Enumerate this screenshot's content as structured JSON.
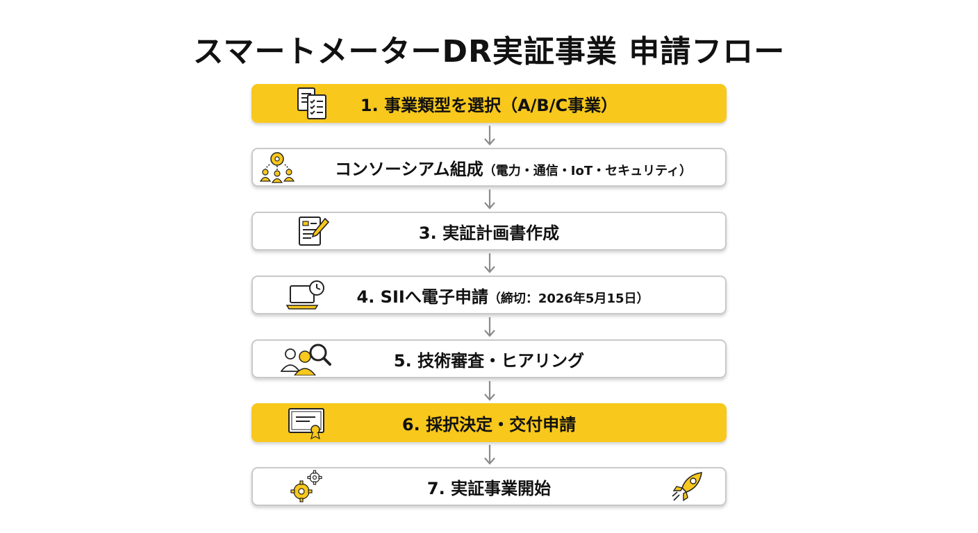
{
  "title": "スマートメーターDR実証事業 申請フロー",
  "colors": {
    "highlight": "#f8c81c",
    "border": "#c9c9c9",
    "arrow": "#8a8a8a",
    "text": "#111111"
  },
  "steps": [
    {
      "label": "1. 事業類型を選択（A/B/C事業）",
      "note": "",
      "icon": "documents-checklist-icon",
      "highlight": true
    },
    {
      "label": "コンソーシアム組成",
      "note": "（電力・通信・IoT・セキュリティ）",
      "icon": "team-network-icon",
      "highlight": false
    },
    {
      "label": "3. 実証計画書作成",
      "note": "",
      "icon": "document-pencil-icon",
      "highlight": false
    },
    {
      "label": "4. SIIへ電子申請",
      "note": "（締切：2026年5月15日）",
      "icon": "laptop-clock-icon",
      "highlight": false
    },
    {
      "label": "5. 技術審査・ヒアリング",
      "note": "",
      "icon": "people-magnifier-icon",
      "highlight": false
    },
    {
      "label": "6. 採択決定・交付申請",
      "note": "",
      "icon": "certificate-icon",
      "highlight": true
    },
    {
      "label": "7. 実証事業開始",
      "note": "",
      "icon": "gears-icon",
      "icon2": "rocket-icon",
      "highlight": false
    }
  ]
}
